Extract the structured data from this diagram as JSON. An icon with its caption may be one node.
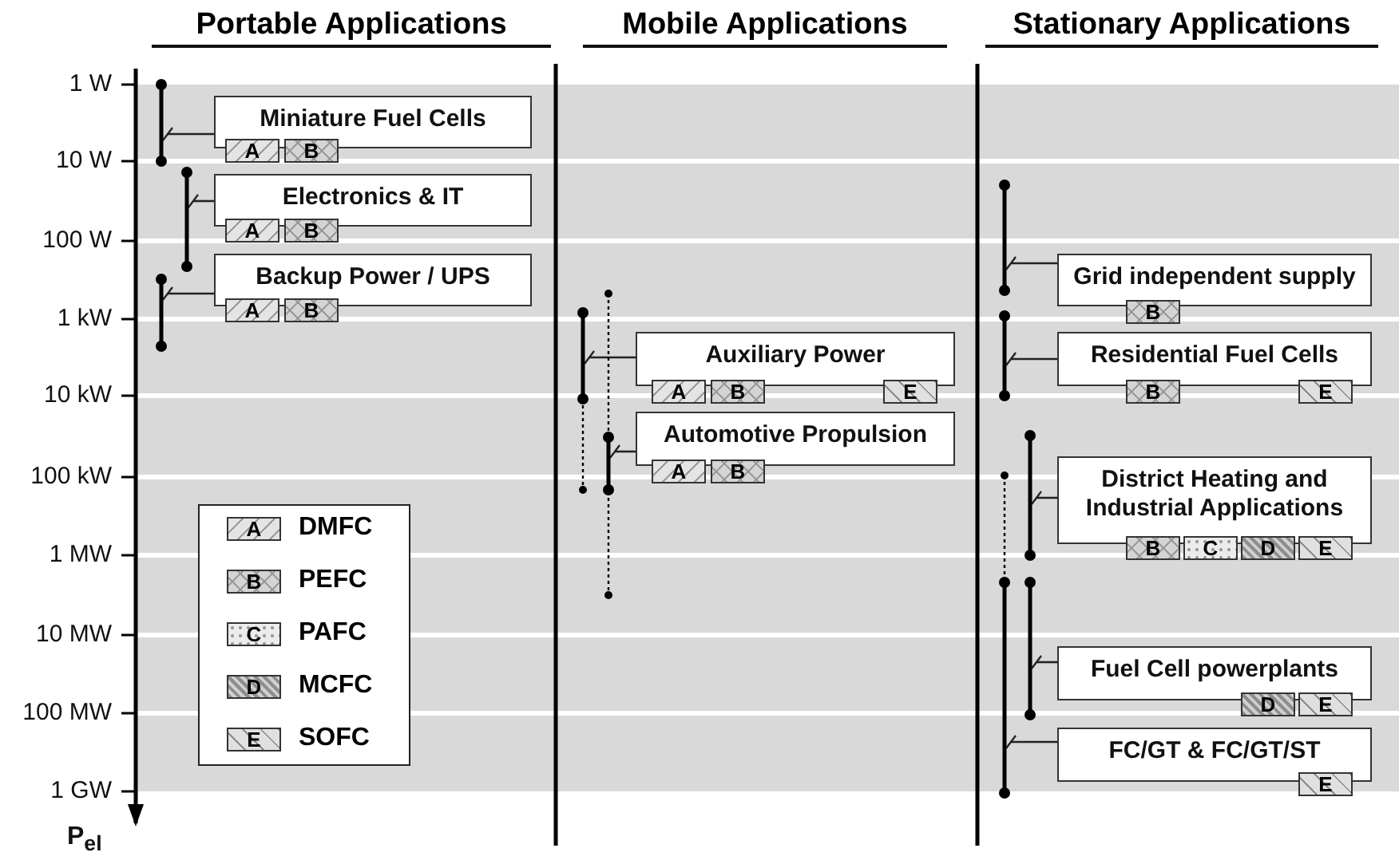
{
  "diagram": {
    "nodes": [
      {
        "text": [],
        "shape": "bar"
      },
      {
        "text": [
          "Miniature Fuel Cells"
        ]
      },
      {
        "text": [
          "A"
        ]
      },
      {
        "text": [
          "B"
        ]
      },
      {
        "text": [],
        "shape": "bar"
      },
      {
        "text": [
          "Electronics & IT"
        ]
      },
      {
        "text": [
          "A"
        ]
      },
      {
        "text": [
          "B"
        ]
      },
      {
        "text": [],
        "shape": "bar"
      },
      {
        "text": [
          "Backup Power / UPS"
        ]
      },
      {
        "text": [
          "A"
        ]
      },
      {
        "text": [
          "B"
        ]
      },
      {
        "text": [],
        "shape": "box"
      },
      {
        "text": [
          "A"
        ],
        "beside": [
          "DMFC"
        ],
        "in": 12
      },
      {
        "text": [
          "B"
        ],
        "beside": [
          "PEFC"
        ],
        "in": 12
      },
      {
        "text": [
          "C"
        ],
        "beside": [
          "PAFC"
        ],
        "in": 12
      },
      {
        "text": [
          "D"
        ],
        "beside": [
          "MCFC"
        ],
        "in": 12
      },
      {
        "text": [
          "E"
        ],
        "beside": [
          "SOFC"
        ],
        "in": 12
      },
      {
        "text": [],
        "shape": "bar"
      },
      {
        "text": [
          "Auxiliary Power"
        ]
      },
      {
        "text": [
          "A"
        ]
      },
      {
        "text": [
          "B"
        ]
      },
      {
        "text": [
          "E"
        ]
      },
      {
        "text": [],
        "shape": "bar"
      },
      {
        "text": [
          "Automotive Propulsion"
        ]
      },
      {
        "text": [
          "A"
        ]
      },
      {
        "text": [
          "B"
        ]
      },
      {
        "text": [],
        "shape": "bar"
      },
      {
        "text": [
          "Grid independent supply"
        ]
      },
      {
        "text": [
          "B"
        ]
      },
      {
        "text": [],
        "shape": "bar"
      },
      {
        "text": [
          "Residential Fuel Cells"
        ]
      },
      {
        "text": [
          "B"
        ]
      },
      {
        "text": [
          "E"
        ]
      },
      {
        "text": [],
        "shape": "bar"
      },
      {
        "text": [
          "District Heating and Industrial Applications"
        ]
      },
      {
        "text": [
          "B"
        ]
      },
      {
        "text": [
          "C"
        ]
      },
      {
        "text": [
          "D"
        ]
      },
      {
        "text": [
          "E"
        ]
      },
      {
        "text": [],
        "shape": "bar"
      },
      {
        "text": [
          "Fuel Cell powerplants"
        ]
      },
      {
        "text": [
          "D"
        ]
      },
      {
        "text": [
          "E"
        ]
      },
      {
        "text": [],
        "shape": "bar"
      },
      {
        "text": [
          "FC/GT & FC/GT/ST"
        ]
      },
      {
        "text": [
          "E"
        ]
      }
    ],
    "edges": [
      {
        "from": 0,
        "to": 1,
        "arrow": "other"
      },
      {
        "from": 4,
        "to": 5,
        "arrow": "other"
      },
      {
        "from": 8,
        "to": 9,
        "arrow": "other"
      },
      {
        "from": 18,
        "to": 19,
        "arrow": "other"
      },
      {
        "from": 23,
        "to": 24,
        "arrow": "other"
      },
      {
        "from": 27,
        "to": 28,
        "arrow": "other"
      },
      {
        "from": 30,
        "to": 31,
        "arrow": "other"
      },
      {
        "from": 34,
        "to": 35,
        "arrow": "other"
      },
      {
        "from": 40,
        "to": 41,
        "arrow": "other"
      },
      {
        "from": 44,
        "to": 45,
        "arrow": "other"
      }
    ],
    "labels": [
      "Portable Applications",
      "Mobile Applications",
      "Stationary Applications",
      "1 W",
      "10 W",
      "100 W",
      "1 kW",
      "10 kW",
      "100 kW",
      "1 MW",
      "10 MW",
      "100 MW",
      "1 GW",
      "P$_{el}$"
    ]
  }
}
